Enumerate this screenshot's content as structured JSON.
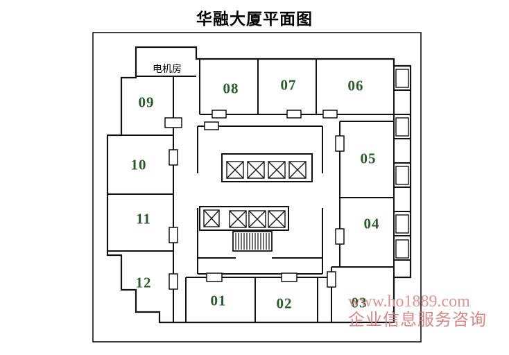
{
  "title": "华融大厦平面图",
  "labels": {
    "motor_room": "电机房"
  },
  "rooms": {
    "r01": "01",
    "r02": "02",
    "r03": "03",
    "r04": "04",
    "r05": "05",
    "r06": "06",
    "r07": "07",
    "r08": "08",
    "r09": "09",
    "r10": "10",
    "r11": "11",
    "r12": "12"
  },
  "watermark": {
    "line1": "www.ho1889.com",
    "line2": "企业信息服务咨询"
  },
  "colors": {
    "room_label": "#2a5b2a",
    "wall": "#111111",
    "watermark": "#d98f8f",
    "background": "#ffffff"
  }
}
